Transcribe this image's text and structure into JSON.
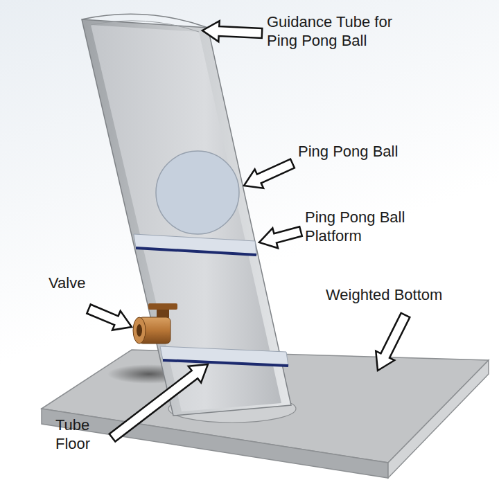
{
  "diagram": {
    "labels": [
      "Guidance Tube for Ping Pong Ball",
      "Ping Pong Ball",
      "Ping Pong Ball Platform",
      "Valve",
      "Weighted Bottom",
      "Tube Floor"
    ]
  }
}
